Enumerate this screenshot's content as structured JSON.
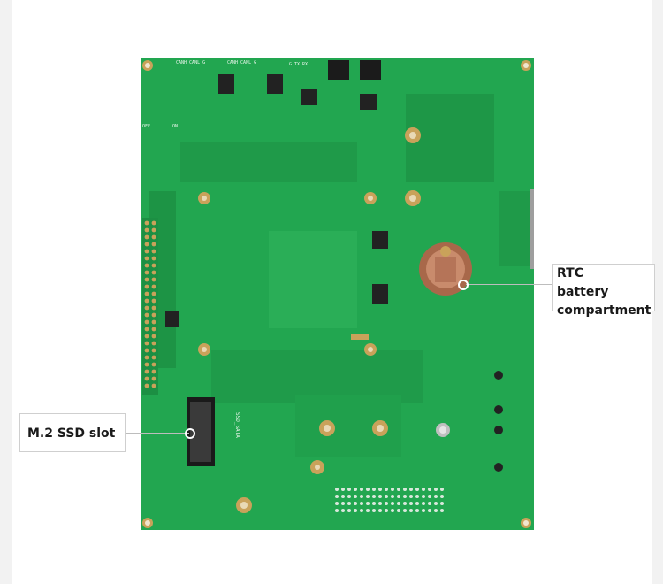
{
  "callouts": {
    "rtc": [
      "RTC",
      "battery",
      "compartment"
    ],
    "m2": "M.2 SSD slot"
  },
  "board_silkscreen": {
    "can_labels": [
      "CANH CANL G",
      "CANH CANL G"
    ],
    "uart_label": "G  TX  RX",
    "switch_labels": [
      "OFF",
      "ON"
    ],
    "ssd_label": "SSD_SATA"
  },
  "colors": {
    "pcb": "#21a44e",
    "pcb_dark": "#1a8a41",
    "pad_gold": "#c9a25a",
    "background": "#f2f2f2"
  }
}
